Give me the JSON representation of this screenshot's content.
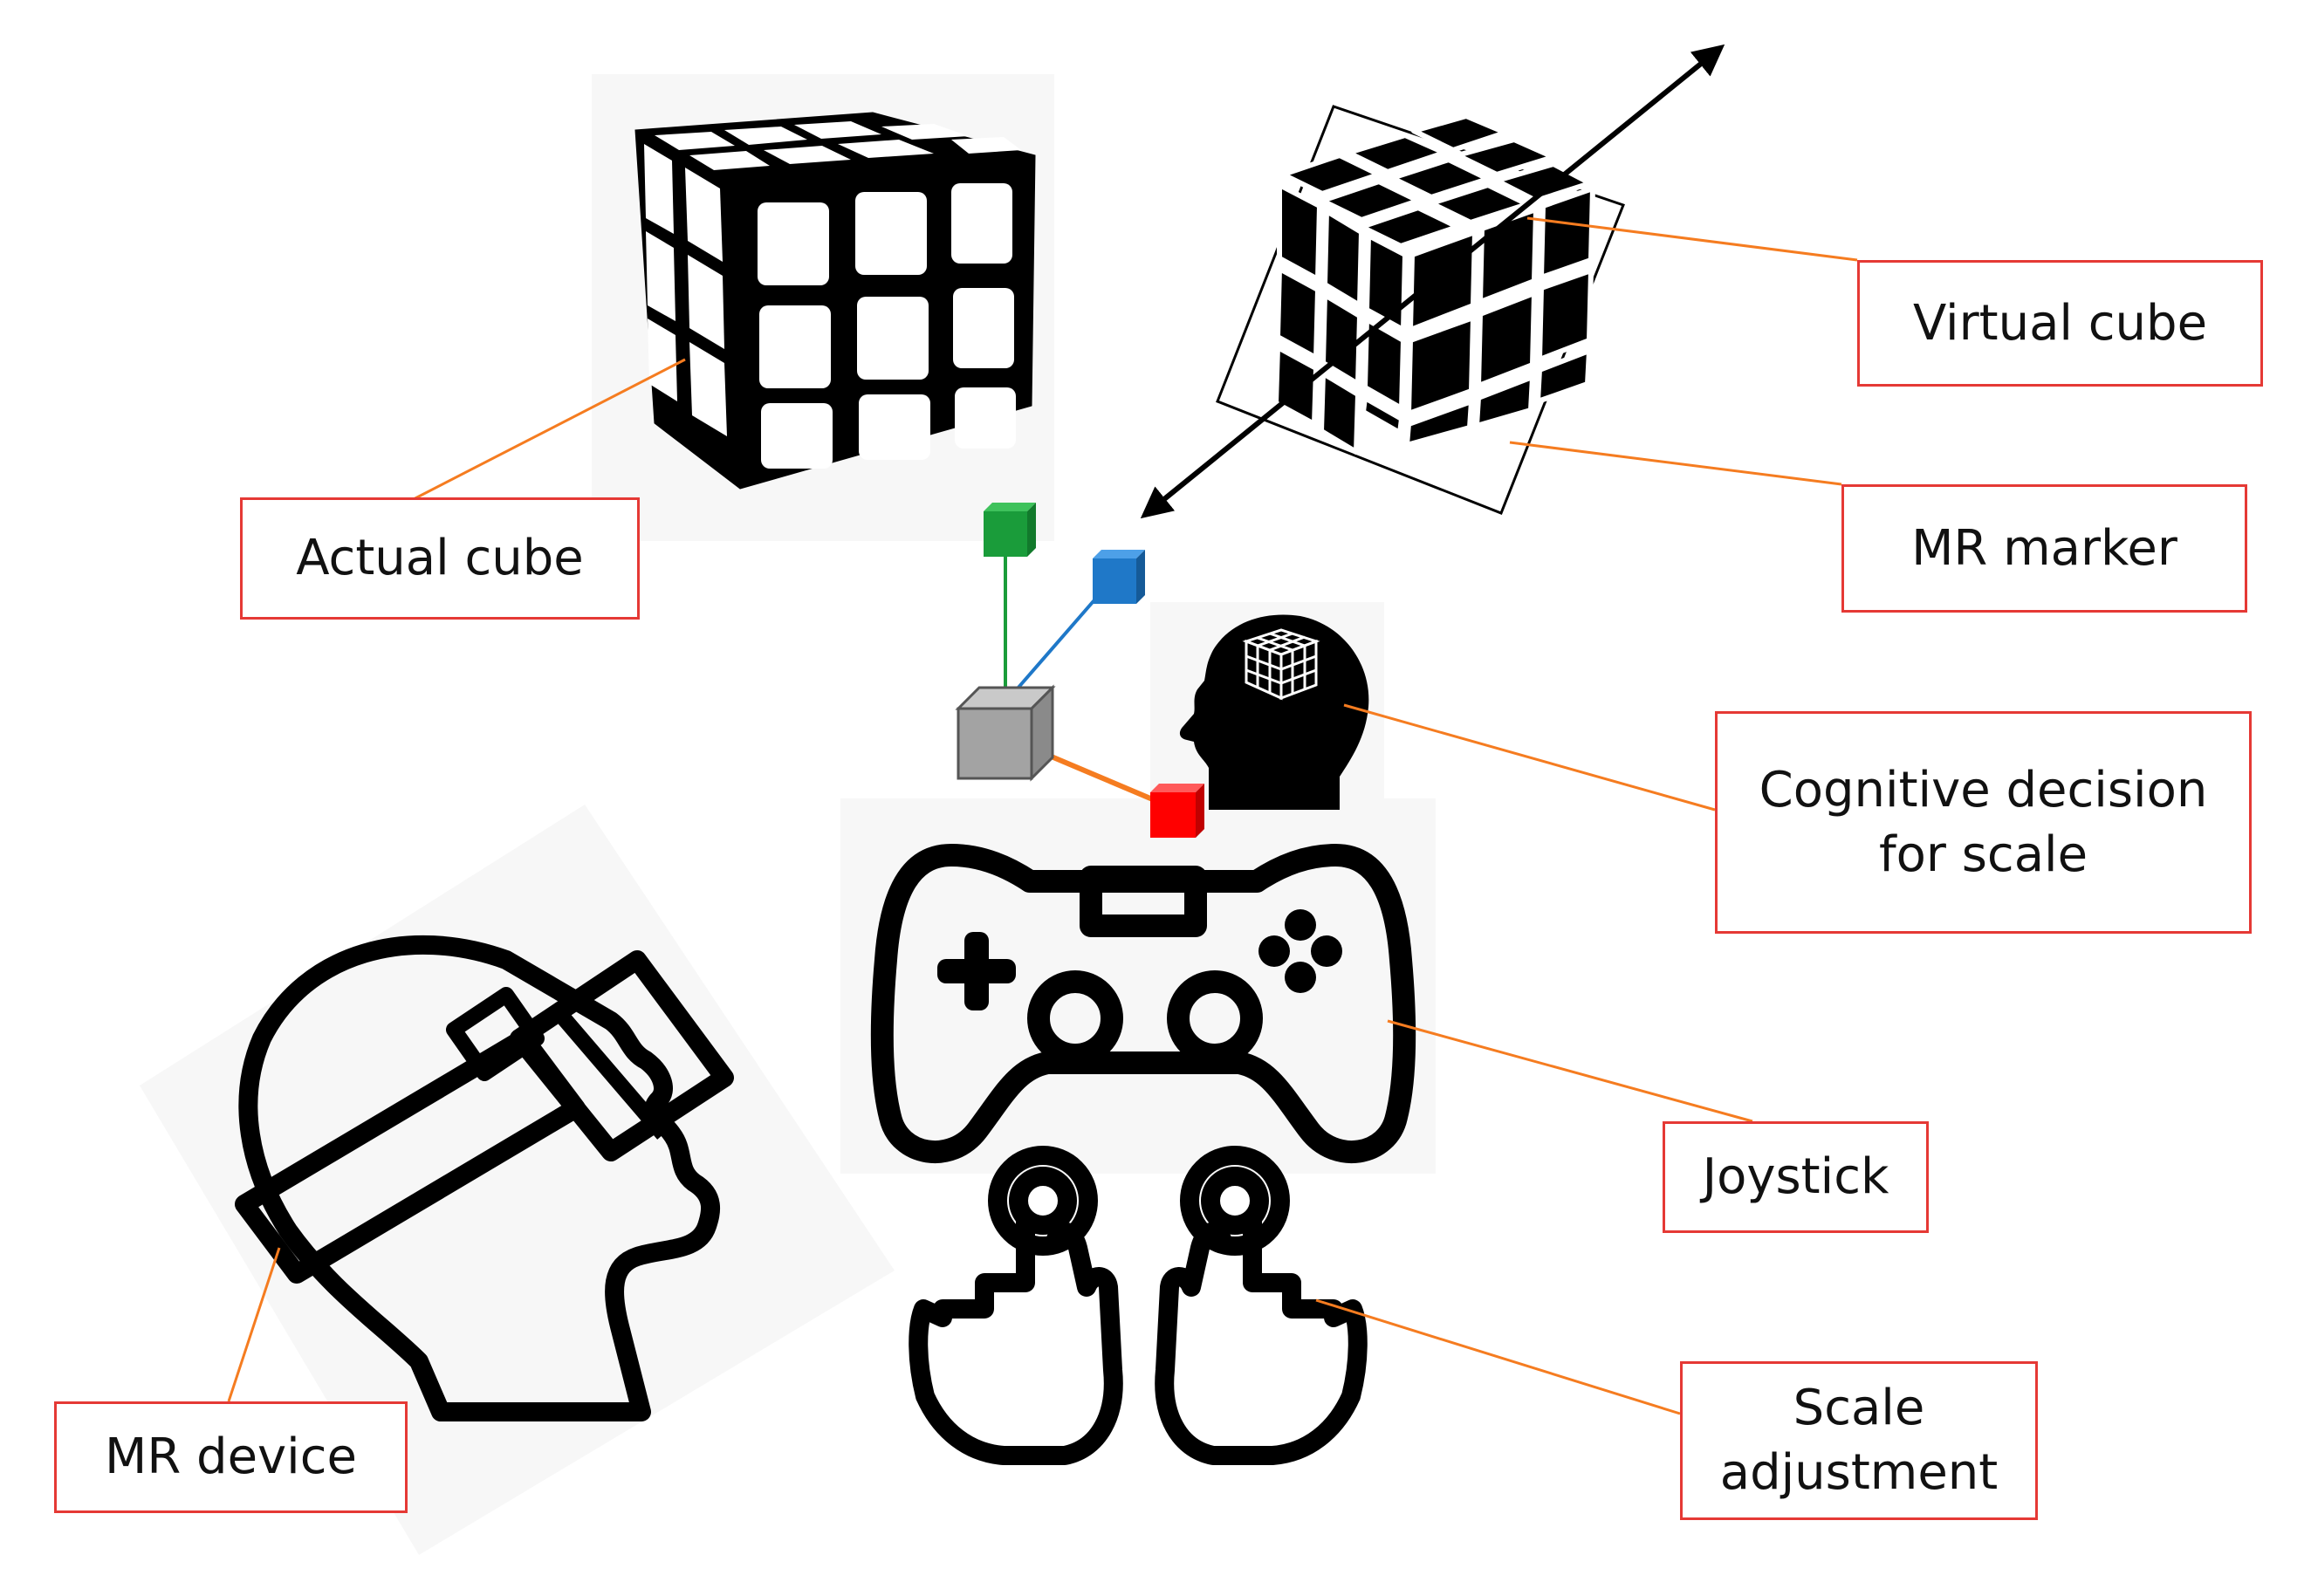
{
  "colors": {
    "label_border": "#e53935",
    "leader_line": "#f57c20",
    "icon_stroke": "#000000",
    "panel_bg": "#f7f7f7",
    "axis_x_cube": "#ff0000",
    "axis_y_cube": "#1a9c3a",
    "axis_z_cube": "#1f78c8",
    "origin_cube": "#a0a0a0"
  },
  "icons": {
    "actual_cube": "cube-icon",
    "virtual_cube": "virtual-cube-icon",
    "mr_marker": "marker-frame-icon",
    "scale_arrow": "double-arrow-icon",
    "gizmo": "axis-gizmo-icon",
    "head": "head-with-cube-icon",
    "joystick": "gamepad-icon",
    "hands": "finger-press-icon",
    "mr_device": "vr-headset-icon"
  },
  "labels": {
    "actual_cube": [
      "Actual cube"
    ],
    "virtual_cube": [
      "Virtual cube"
    ],
    "mr_marker": [
      "MR marker"
    ],
    "cognitive": [
      "Cognitive decision",
      "for scale"
    ],
    "joystick": [
      "Joystick"
    ],
    "scale_adjustment": [
      "Scale",
      "adjustment"
    ],
    "mr_device": [
      "MR device"
    ]
  }
}
